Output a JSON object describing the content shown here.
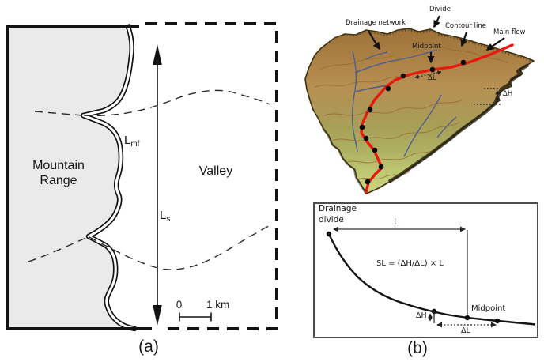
{
  "panel_a": {
    "caption": "(a)",
    "mountain_label": "Mountain\nRange",
    "valley_label": "Valley",
    "lmf": {
      "base": "L",
      "sub": "mf"
    },
    "ls": {
      "base": "L",
      "sub": "s"
    },
    "scale": {
      "zero": "0",
      "unit": "1 km"
    }
  },
  "panel_b": {
    "caption": "(b)",
    "terrain": {
      "labels": {
        "drainage_network": "Drainage network",
        "divide": "Divide",
        "contour_line": "Contour line",
        "main_flow": "Main flow",
        "midpoint": "Midpoint",
        "delta_l": "ΔL",
        "delta_h": "ΔH"
      }
    },
    "graph": {
      "drainage_divide": "Drainage\ndivide",
      "length_label": "L",
      "formula": "SL = (ΔH/ΔL) × L",
      "midpoint": "Midpoint",
      "delta_h": "ΔH",
      "delta_l": "ΔL"
    }
  },
  "colors": {
    "mountain_fill": "#eaeaea",
    "line_black": "#131313",
    "main_flow_red": "#e8190e",
    "drainage_blue": "#4e5e91",
    "contour_brown": "#96662f",
    "terrain_brown": "#ab8045",
    "terrain_green": "#b9c26c",
    "graph_border": "#4d4d4d"
  }
}
